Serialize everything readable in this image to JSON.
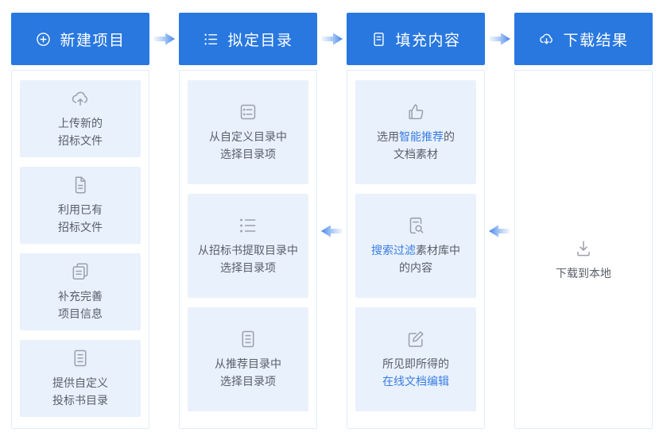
{
  "colors": {
    "header-bg": "#2878E0",
    "card-bg": "#E9F1FC",
    "panel-border": "#E2EBF9",
    "text": "#5A606B",
    "muted-icon": "#9AA1AC",
    "highlight": "#3A7DE4",
    "arrow": "#3E83EA"
  },
  "steps": [
    {
      "title": "新建项目",
      "icon": "plus-circle",
      "cards": [
        {
          "icon": "cloud-upload",
          "line1": "上传新的",
          "line2": "招标文件"
        },
        {
          "icon": "file",
          "line1": "利用已有",
          "line2": "招标文件"
        },
        {
          "icon": "file-copy",
          "line1": "补充完善",
          "line2": "项目信息"
        },
        {
          "icon": "file-list",
          "line1": "提供自定义",
          "line2": "投标书目录"
        }
      ]
    },
    {
      "title": "拟定目录",
      "icon": "list",
      "cards": [
        {
          "icon": "list-box",
          "line1": "从自定义目录中",
          "line2": "选择目录项"
        },
        {
          "icon": "list",
          "line1": "从招标书提取目录中",
          "line2": "选择目录项"
        },
        {
          "icon": "file-list",
          "line1": "从推荐目录中",
          "line2": "选择目录项"
        }
      ]
    },
    {
      "title": "填充内容",
      "icon": "document",
      "cards": [
        {
          "icon": "thumbs-up",
          "line1_pre": "选用",
          "line1_hl": "智能推荐",
          "line1_post": "的",
          "line2": "文档素材"
        },
        {
          "icon": "file-search",
          "line1_hl": "搜索过滤",
          "line1_post": "素材库中",
          "line2": "的内容"
        },
        {
          "icon": "edit",
          "line1": "所见即所得的",
          "line2_hl": "在线文档编辑"
        }
      ]
    },
    {
      "title": "下载结果",
      "icon": "cloud-download",
      "cards": [
        {
          "icon": "download",
          "line1": "下载到本地"
        }
      ]
    }
  ]
}
